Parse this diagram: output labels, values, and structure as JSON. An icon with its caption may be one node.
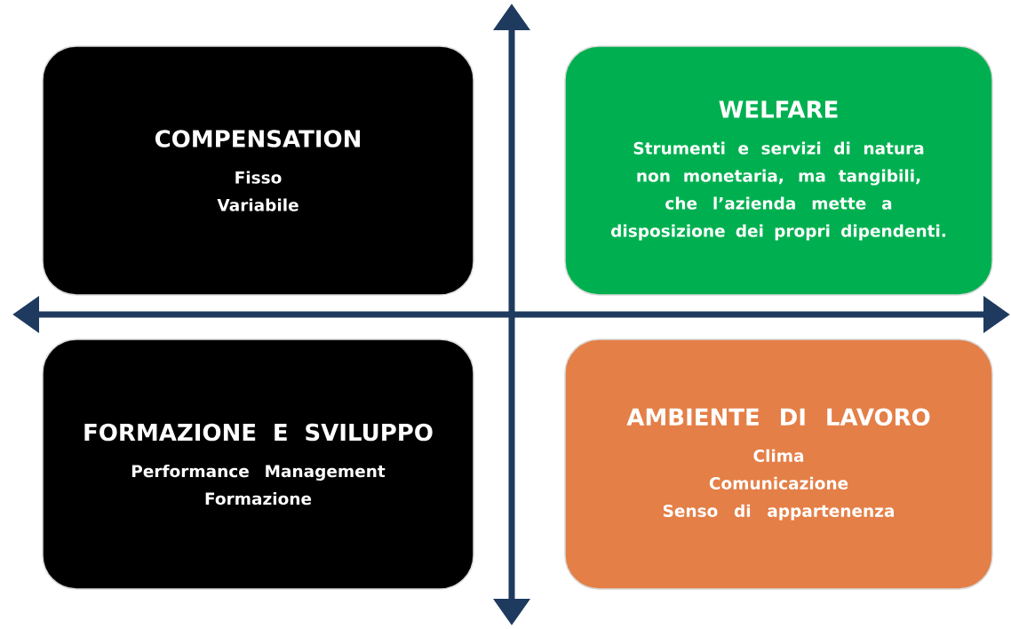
{
  "diagram": {
    "nodes": [
      {
        "text": [
          "COMPENSATION",
          "Fisso",
          "Variabile"
        ]
      },
      {
        "text": [
          "WELFARE",
          "Strumenti e servizi di natura non monetaria, ma tangibili, che l’azienda mette a disposizione dei propri dipendenti."
        ]
      },
      {
        "text": [
          "FORMAZIONE E SVILUPPO",
          "Performance Management",
          "Formazione"
        ]
      },
      {
        "text": [
          "AMBIENTE DI LAVORO",
          "Clima",
          "Comunicazione",
          "Senso di appartenenza"
        ]
      }
    ]
  }
}
